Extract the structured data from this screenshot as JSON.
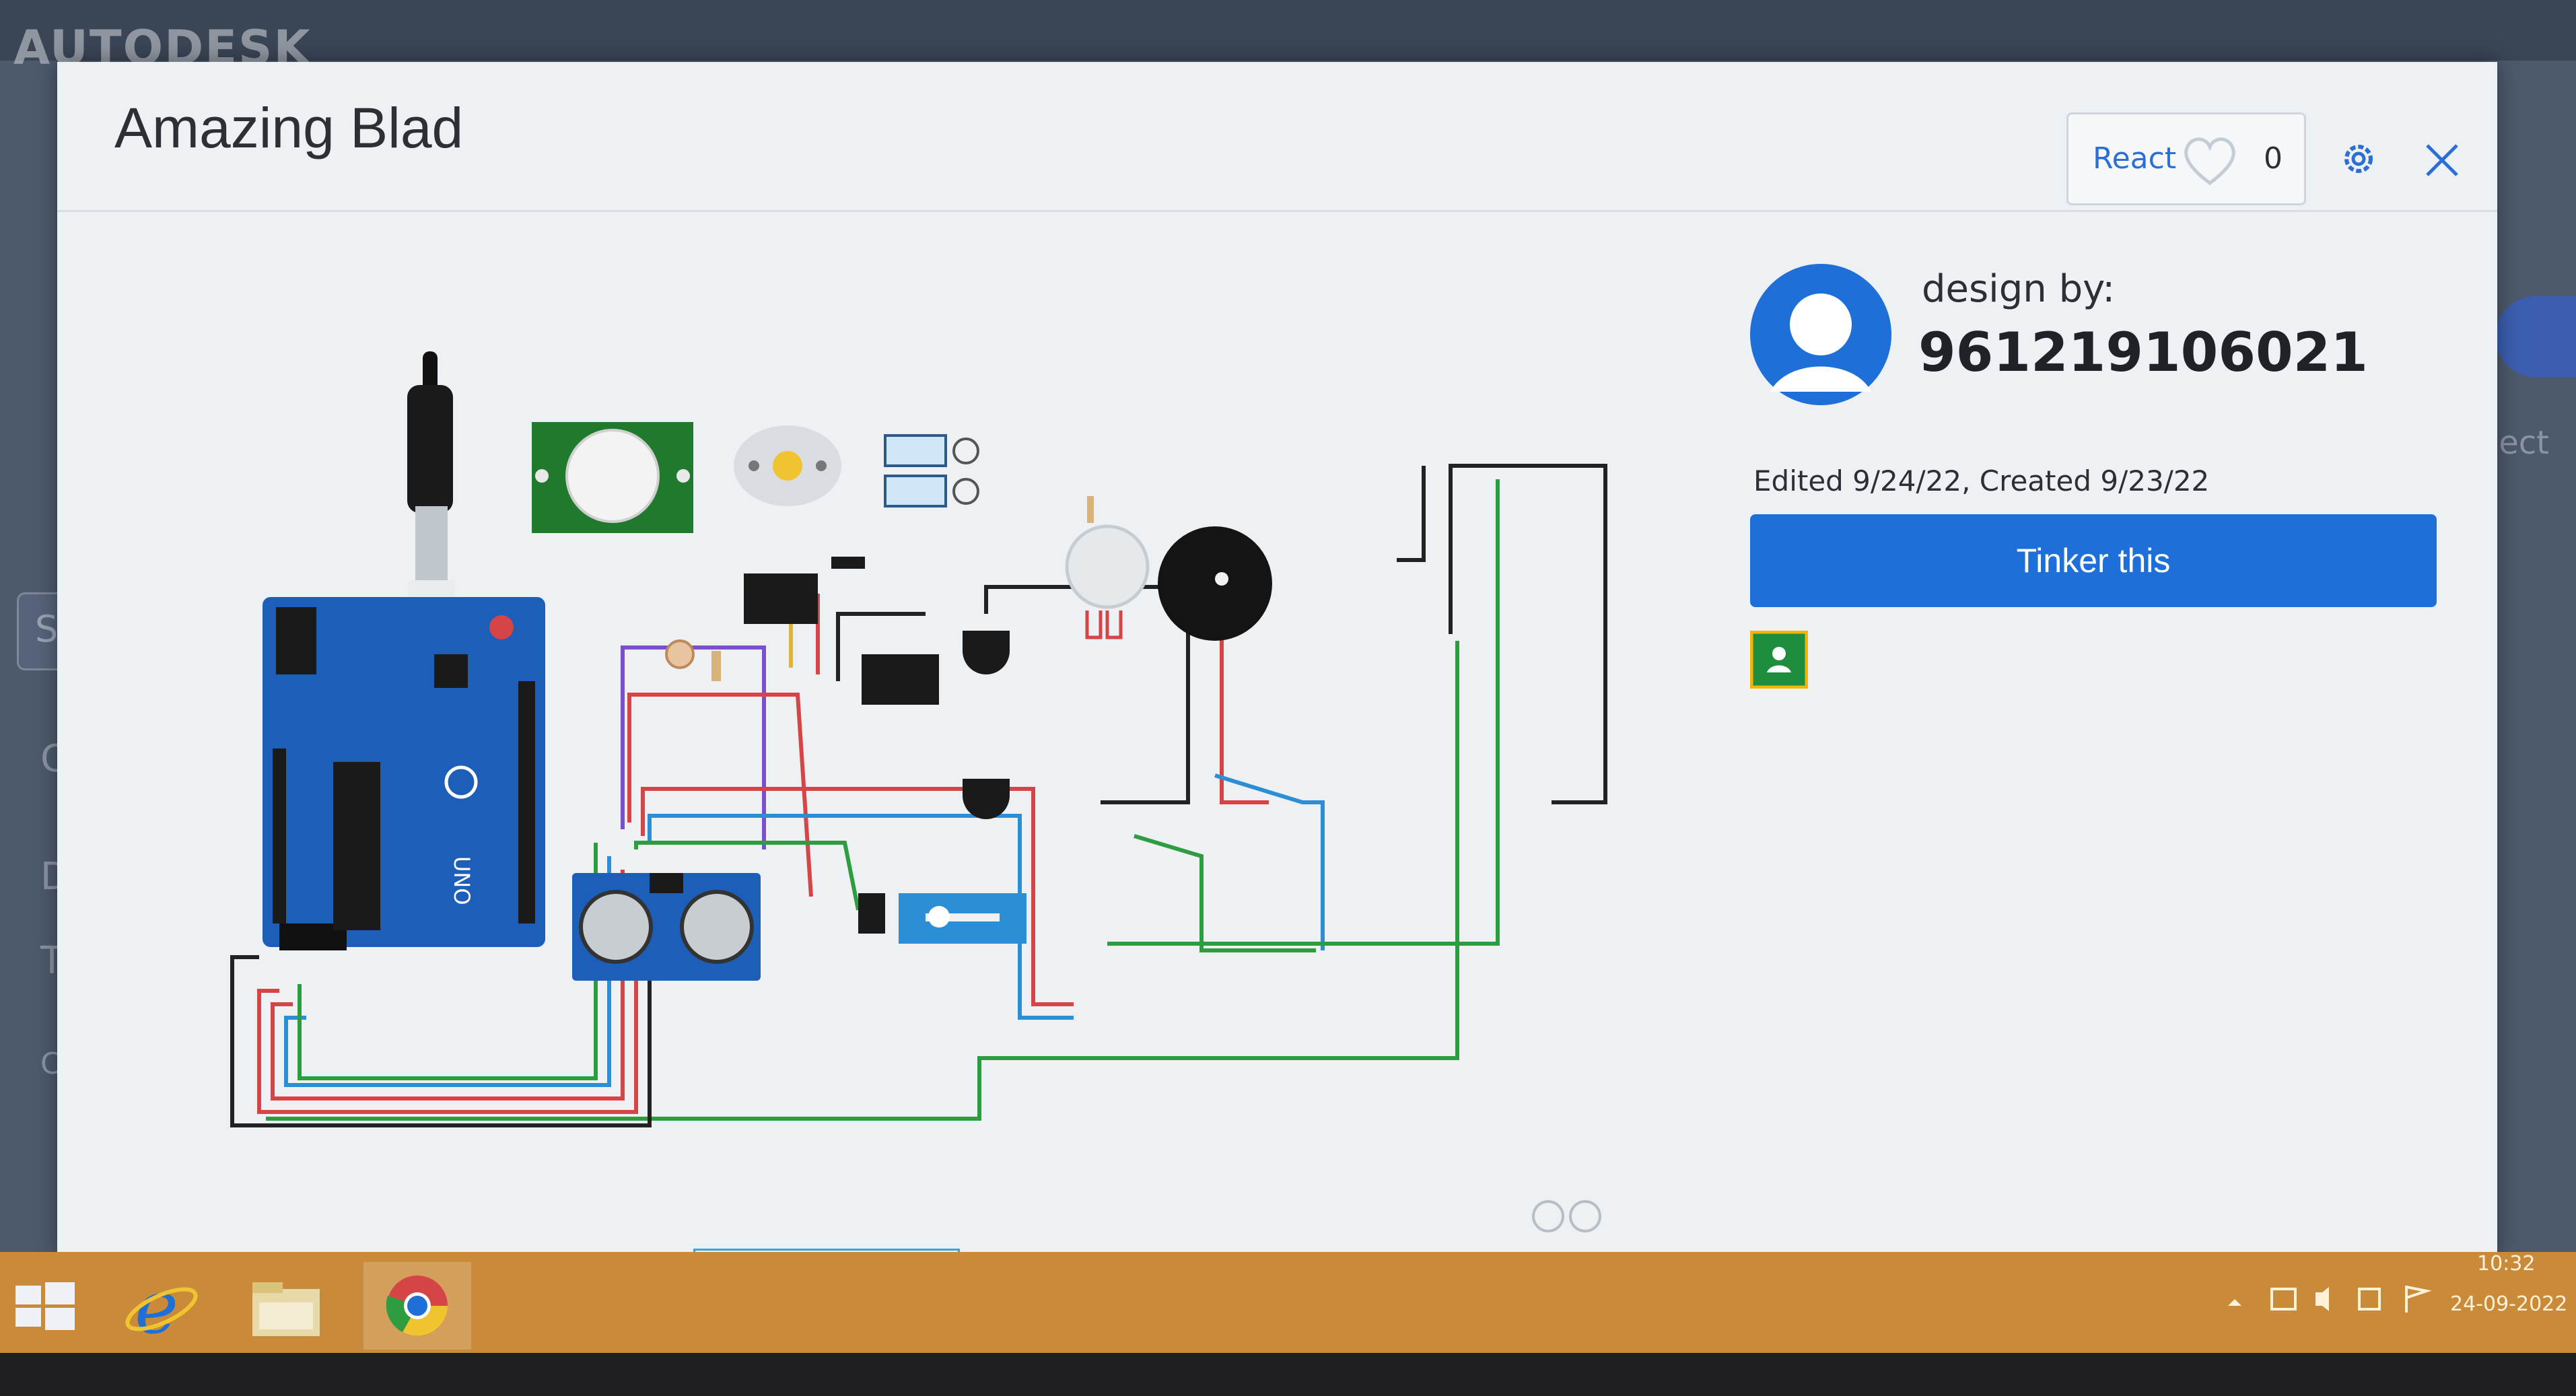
{
  "background": {
    "logo_text": "AUTODESK",
    "search_placeholder": "Se",
    "sidebar_items": [
      "Cla",
      "De",
      "Tut",
      "Coll"
    ],
    "select_label": "elect",
    "add_label": "+"
  },
  "modal": {
    "title": "Amazing Blad",
    "react": {
      "label": "React",
      "count": "0"
    },
    "design_by_label": "design by:",
    "author": "961219106021",
    "edited_info": "Edited 9/24/22, Created 9/23/22",
    "tinker_button": "Tinker this"
  },
  "colors": {
    "accent": "#1f6fd9",
    "arduino_blue": "#1d5fb8",
    "pir_green": "#1f7a2e",
    "wire_red": "#d64545",
    "wire_green": "#2e9d3f",
    "wire_blue": "#2c8fd6",
    "taskbar": "#c98a3a"
  },
  "icons": {
    "react": "heart-icon",
    "settings": "gear-icon",
    "close": "close-icon",
    "avatar": "user-avatar-icon",
    "classroom": "google-classroom-icon"
  },
  "taskbar": {
    "time": "10:32",
    "date": "24-09-2022",
    "apps": [
      "start",
      "internet-explorer",
      "file-explorer",
      "chrome"
    ]
  }
}
